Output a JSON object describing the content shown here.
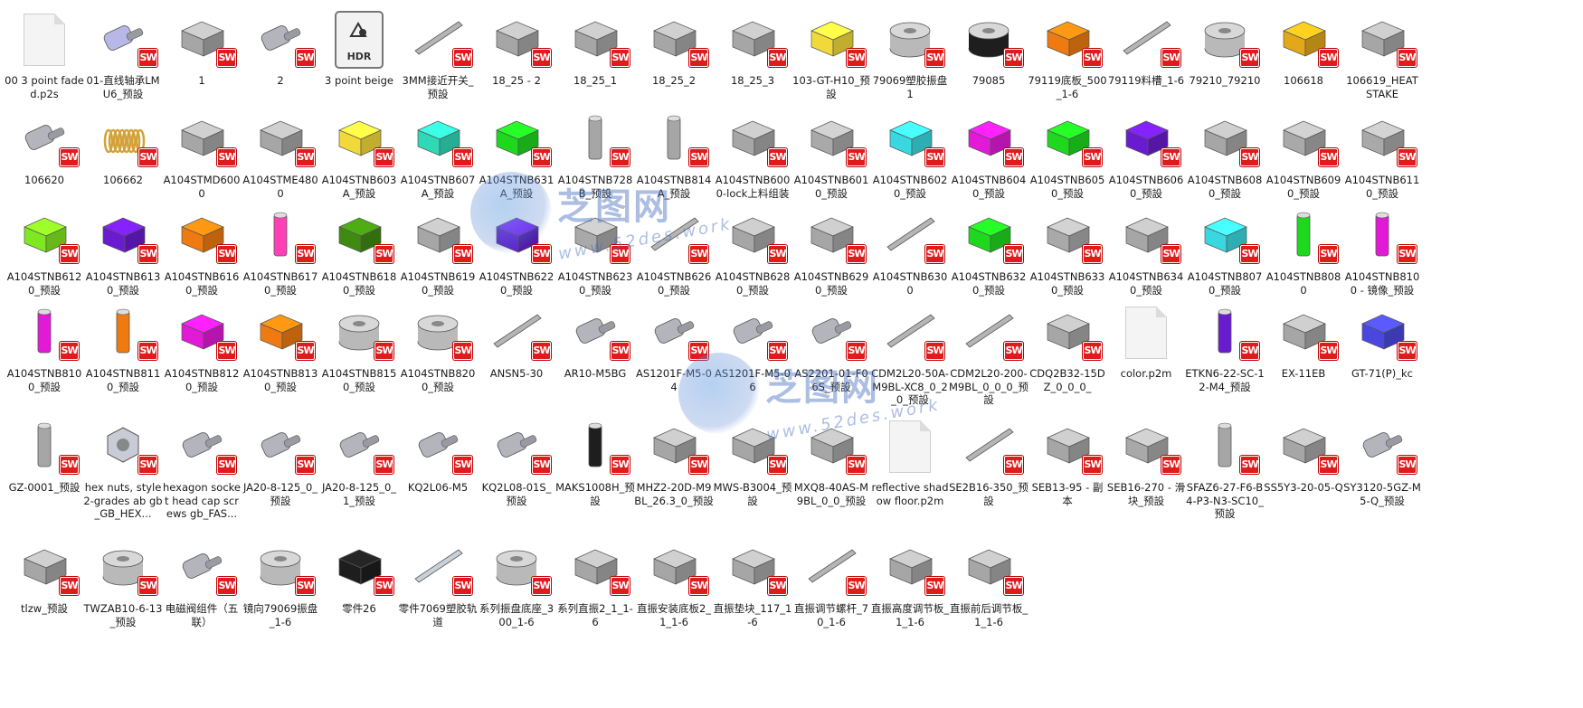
{
  "colors": {
    "sw_badge": "#e01b1b",
    "watermark": "#466ebe"
  },
  "badge_text": "SW",
  "watermarks": [
    {
      "cn": "芝图网",
      "en": "www.52des.work"
    },
    {
      "cn": "芝图网",
      "en": "www.52des.work"
    }
  ],
  "rows": [
    {
      "items": [
        {
          "label": "00 3 point faded.p2s",
          "icon": "document-icon",
          "sw": false
        },
        {
          "label": "01-直线轴承LMU6_预設",
          "icon": "linear-bearing-icon",
          "sw": true
        },
        {
          "label": "1",
          "icon": "cylinder-block-icon",
          "sw": true
        },
        {
          "label": "2",
          "icon": "knob-icon",
          "sw": true
        },
        {
          "label": "3 point beige",
          "icon": "hdr-file-icon",
          "sw": false
        },
        {
          "label": "3MM接近开关_预設",
          "icon": "rod-icon",
          "sw": true
        },
        {
          "label": "18_25 - 2",
          "icon": "chain-link-icon",
          "sw": true
        },
        {
          "label": "18_25_1",
          "icon": "chain-plate-icon",
          "sw": true
        },
        {
          "label": "18_25_2",
          "icon": "chain-plate-icon",
          "sw": true
        },
        {
          "label": "18_25_3",
          "icon": "chain-plate-icon",
          "sw": true
        },
        {
          "label": "103-GT-H10_预設",
          "icon": "yellow-sensor-icon",
          "sw": true
        },
        {
          "label": "79069塑胶振盘1",
          "icon": "bowl-feeder-icon",
          "sw": true
        },
        {
          "label": "79085",
          "icon": "black-ring-icon",
          "sw": true
        },
        {
          "label": "79119底板_500_1-6",
          "icon": "orange-plate-icon",
          "sw": true
        },
        {
          "label": "79119料槽_1-6",
          "icon": "rail-icon",
          "sw": true
        },
        {
          "label": "79210_79210",
          "icon": "washer-icon",
          "sw": true
        },
        {
          "label": "106618",
          "icon": "gold-clamp-icon",
          "sw": true
        },
        {
          "label": "106619_HEAT STAKE",
          "icon": "heat-stake-icon",
          "sw": true
        }
      ]
    },
    {
      "items": [
        {
          "label": "106620",
          "icon": "fitting-icon",
          "sw": true
        },
        {
          "label": "106662",
          "icon": "spring-icon",
          "sw": true
        },
        {
          "label": "A104STMD6000",
          "icon": "gripper-icon",
          "sw": true
        },
        {
          "label": "A104STME4800",
          "icon": "gripper-color-icon",
          "sw": true
        },
        {
          "label": "A104STNB603A_预設",
          "icon": "yellow-bracket-icon",
          "sw": true
        },
        {
          "label": "A104STNB607A_预設",
          "icon": "teal-block-icon",
          "sw": true
        },
        {
          "label": "A104STNB631A_预設",
          "icon": "green-block-icon",
          "sw": true
        },
        {
          "label": "A104STNB728B_预設",
          "icon": "pin-icon",
          "sw": true
        },
        {
          "label": "A104STNB814A_预設",
          "icon": "post-icon",
          "sw": true
        },
        {
          "label": "A104STNB6000-lock上料组装",
          "icon": "assembly-icon",
          "sw": true
        },
        {
          "label": "A104STNB6010_预設",
          "icon": "grey-bar-icon",
          "sw": true
        },
        {
          "label": "A104STNB6020_预設",
          "icon": "cyan-plate-icon",
          "sw": true
        },
        {
          "label": "A104STNB6040_预設",
          "icon": "magenta-block-icon",
          "sw": true
        },
        {
          "label": "A104STNB6050_预設",
          "icon": "green-bar-icon",
          "sw": true
        },
        {
          "label": "A104STNB6060_预設",
          "icon": "purple-block-icon",
          "sw": true
        },
        {
          "label": "A104STNB6080_预設",
          "icon": "angle-bracket-icon",
          "sw": true
        },
        {
          "label": "A104STNB6090_预設",
          "icon": "grey-block-icon",
          "sw": true
        },
        {
          "label": "A104STNB6110_预設",
          "icon": "grey-bracket-icon",
          "sw": true
        }
      ]
    },
    {
      "items": [
        {
          "label": "A104STNB6120_预設",
          "icon": "lime-block-icon",
          "sw": true
        },
        {
          "label": "A104STNB6130_预設",
          "icon": "purple-bar-icon",
          "sw": true
        },
        {
          "label": "A104STNB6160_预設",
          "icon": "orange-bar-icon",
          "sw": true
        },
        {
          "label": "A104STNB6170_预設",
          "icon": "pink-block-icon",
          "sw": true
        },
        {
          "label": "A104STNB6180_预設",
          "icon": "olive-block-icon",
          "sw": true
        },
        {
          "label": "A104STNB6190_预設",
          "icon": "angle-plate-icon",
          "sw": true
        },
        {
          "label": "A104STNB6220_预設",
          "icon": "purple-plate-icon",
          "sw": true
        },
        {
          "label": "A104STNB6230_预設",
          "icon": "grey-frame-icon",
          "sw": true
        },
        {
          "label": "A104STNB6260_预設",
          "icon": "long-bar-icon",
          "sw": true
        },
        {
          "label": "A104STNB6280_预設",
          "icon": "angle-plate-icon",
          "sw": true
        },
        {
          "label": "A104STNB6290_预設",
          "icon": "bent-plate-icon",
          "sw": true
        },
        {
          "label": "A104STNB6300",
          "icon": "long-bar-icon",
          "sw": true
        },
        {
          "label": "A104STNB6320_预設",
          "icon": "green-block-icon",
          "sw": true
        },
        {
          "label": "A104STNB6330_预設",
          "icon": "grey-bar-icon",
          "sw": true
        },
        {
          "label": "A104STNB6340_预設",
          "icon": "angle-bracket-icon",
          "sw": true
        },
        {
          "label": "A104STNB8070_预設",
          "icon": "cyan-plate-icon",
          "sw": true
        },
        {
          "label": "A104STNB8080",
          "icon": "green-strip-icon",
          "sw": true
        },
        {
          "label": "A104STNB8100 - 镜像_预設",
          "icon": "magenta-finger-icon",
          "sw": true
        }
      ]
    },
    {
      "items": [
        {
          "label": "A104STNB8100_预設",
          "icon": "magenta-finger-icon",
          "sw": true
        },
        {
          "label": "A104STNB8110_预設",
          "icon": "orange-post-icon",
          "sw": true
        },
        {
          "label": "A104STNB8120_预設",
          "icon": "magenta-block-icon",
          "sw": true
        },
        {
          "label": "A104STNB8130_预設",
          "icon": "orange-block-icon",
          "sw": true
        },
        {
          "label": "A104STNB8150_预設",
          "icon": "disc-icon",
          "sw": true
        },
        {
          "label": "A104STNB8200_预設",
          "icon": "drum-icon",
          "sw": true
        },
        {
          "label": "ANSN5-30",
          "icon": "shaft-icon",
          "sw": true
        },
        {
          "label": "AR10-M5BG",
          "icon": "regulator-icon",
          "sw": true
        },
        {
          "label": "AS1201F-M5-04",
          "icon": "valve-icon",
          "sw": true
        },
        {
          "label": "AS1201F-M5-06",
          "icon": "valve-icon",
          "sw": true
        },
        {
          "label": "AS2201-01-F06S_预設",
          "icon": "valve-icon",
          "sw": true
        },
        {
          "label": "CDM2L20-50A-M9BL-XC8_0_2_0_预設",
          "icon": "cylinder-rod-icon",
          "sw": true
        },
        {
          "label": "CDM2L20-200-M9BL_0_0_0_预設",
          "icon": "cylinder-rod-icon",
          "sw": true
        },
        {
          "label": "CDQ2B32-15DZ_0_0_0_",
          "icon": "compact-cylinder-icon",
          "sw": true
        },
        {
          "label": "color.p2m",
          "icon": "document-icon",
          "sw": false
        },
        {
          "label": "ETKN6-22-SC-12-M4_预設",
          "icon": "purple-pin-icon",
          "sw": true
        },
        {
          "label": "EX-11EB",
          "icon": "sensor-cable-icon",
          "sw": true
        },
        {
          "label": "GT-71(P)_kc",
          "icon": "blue-sensor-icon",
          "sw": true
        }
      ]
    },
    {
      "items": [
        {
          "label": "GZ-0001_预設",
          "icon": "pin-icon",
          "sw": true
        },
        {
          "label": "hex nuts, style 2-grades ab gb_GB_HEX...",
          "icon": "hex-nut-icon",
          "sw": true
        },
        {
          "label": "hexagon socket head cap screws gb_FAS...",
          "icon": "cap-screw-icon",
          "sw": true
        },
        {
          "label": "JA20-8-125_0_预設",
          "icon": "joint-icon",
          "sw": true
        },
        {
          "label": "JA20-8-125_0_1_预設",
          "icon": "joint-icon",
          "sw": true
        },
        {
          "label": "KQ2L06-M5",
          "icon": "elbow-fitting-icon",
          "sw": true
        },
        {
          "label": "KQ2L08-01S_预設",
          "icon": "elbow-fitting-icon",
          "sw": true
        },
        {
          "label": "MAKS1008H_预設",
          "icon": "black-pin-icon",
          "sw": true
        },
        {
          "label": "MHZ2-20D-M9BL_26.3_0_预設",
          "icon": "gripper-cylinder-icon",
          "sw": true
        },
        {
          "label": "MWS-B3004_预設",
          "icon": "slide-table-icon",
          "sw": true
        },
        {
          "label": "MXQ8-40AS-M9BL_0_0_预設",
          "icon": "slide-table-icon",
          "sw": true
        },
        {
          "label": "reflective shadow floor.p2m",
          "icon": "document-icon",
          "sw": false
        },
        {
          "label": "SE2B16-350_预設",
          "icon": "long-bar-icon",
          "sw": true
        },
        {
          "label": "SEB13-95 - 副本",
          "icon": "slider-icon",
          "sw": true
        },
        {
          "label": "SEB16-270 - 滑块_预設",
          "icon": "grey-block-icon",
          "sw": true
        },
        {
          "label": "SFAZ6-27-F6-B4-P3-N3-SC10_预設",
          "icon": "pin-icon",
          "sw": true
        },
        {
          "label": "SS5Y3-20-05-Q",
          "icon": "manifold-icon",
          "sw": true
        },
        {
          "label": "SY3120-5GZ-M5-Q_预設",
          "icon": "solenoid-valve-icon",
          "sw": true
        }
      ]
    },
    {
      "items": [
        {
          "label": "tlzw_预設",
          "icon": "hook-icon",
          "sw": true
        },
        {
          "label": "TWZAB10-6-13_预設",
          "icon": "bushing-icon",
          "sw": true
        },
        {
          "label": "电磁阀组件（五联）",
          "icon": "valve-bank-icon",
          "sw": true
        },
        {
          "label": "镜向79069振盘_1-6",
          "icon": "bowl-icon",
          "sw": true
        },
        {
          "label": "零件26",
          "icon": "black-clamp-icon",
          "sw": true
        },
        {
          "label": "零件7069塑胶轨道",
          "icon": "rail-track-icon",
          "sw": true
        },
        {
          "label": "系列振盘底座_300_1-6",
          "icon": "base-drum-icon",
          "sw": true
        },
        {
          "label": "系列直振2_1_1-6",
          "icon": "linear-feeder-icon",
          "sw": true
        },
        {
          "label": "直振安装底板2_1_1-6",
          "icon": "mount-plate-icon",
          "sw": true
        },
        {
          "label": "直振垫块_117_1-6",
          "icon": "profile-icon",
          "sw": true
        },
        {
          "label": "直振调节螺杆_70_1-6",
          "icon": "screw-rod-icon",
          "sw": true
        },
        {
          "label": "直振高度调节板_1_1-6",
          "icon": "adjust-plate-icon",
          "sw": true
        },
        {
          "label": "直振前后调节板_1_1-6",
          "icon": "adjust-plate-icon",
          "sw": true
        }
      ]
    }
  ]
}
